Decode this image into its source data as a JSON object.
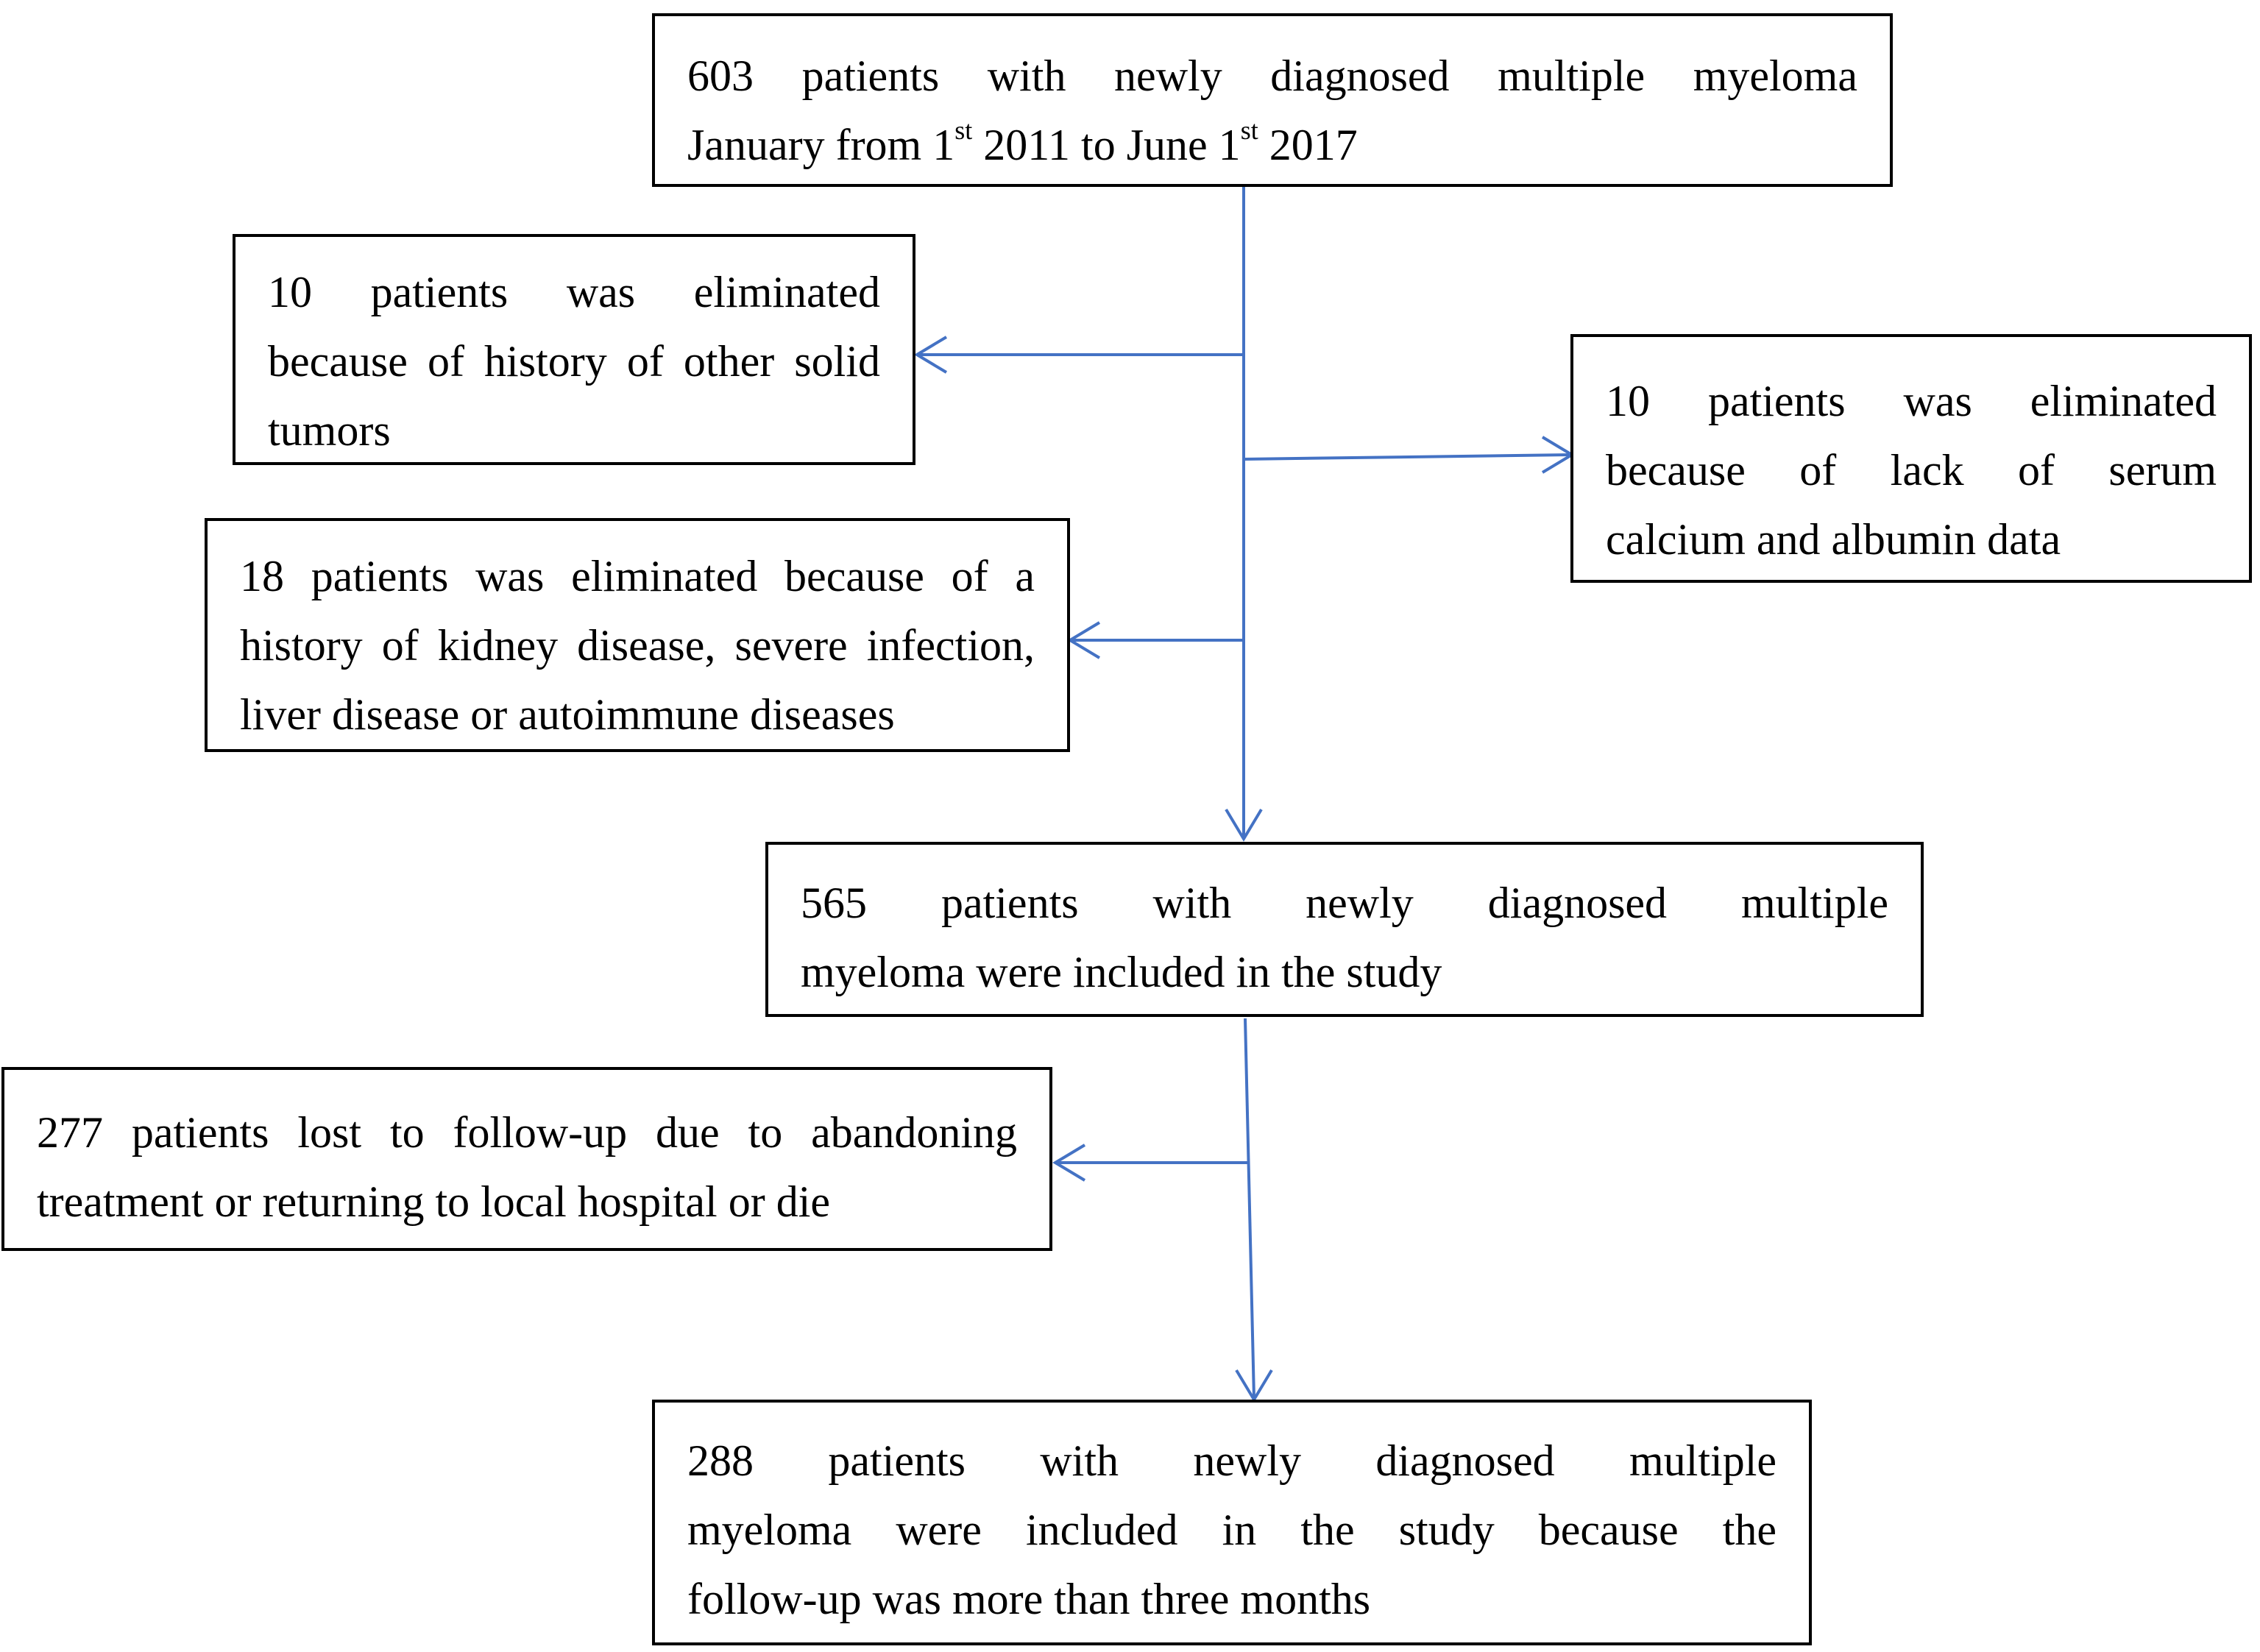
{
  "flow": {
    "start": {
      "line1": "603 patients with newly diagnosed multiple myeloma",
      "line2_a": "January from 1",
      "line2_sup1": "st",
      "line2_b": " 2011 to June 1",
      "line2_sup2": "st",
      "line2_c": " 2017"
    },
    "excl_solid_tumors": {
      "line1": "10 patients was eliminated",
      "line2": "because of history of other solid",
      "line3": "tumors"
    },
    "excl_calcium": {
      "line1": "10 patients was eliminated",
      "line2": "because of lack of serum",
      "line3": "calcium and albumin data"
    },
    "excl_kidney": {
      "line1": "18 patients was eliminated because of a",
      "line2": "history of kidney disease, severe infection,",
      "line3": "liver disease or autoimmune diseases"
    },
    "included": {
      "line1": "565 patients with newly diagnosed multiple",
      "line2": "myeloma were included in the study"
    },
    "lost_followup": {
      "line1": "277 patients lost to follow-up due to abandoning",
      "line2": "treatment or returning to local hospital or die"
    },
    "final": {
      "line1": "288 patients with newly diagnosed multiple",
      "line2": "myeloma were included in the study because the",
      "line3": "follow-up was more than three months"
    }
  },
  "colors": {
    "arrow": "#4472C4",
    "box_border": "#000000",
    "text": "#000000"
  }
}
